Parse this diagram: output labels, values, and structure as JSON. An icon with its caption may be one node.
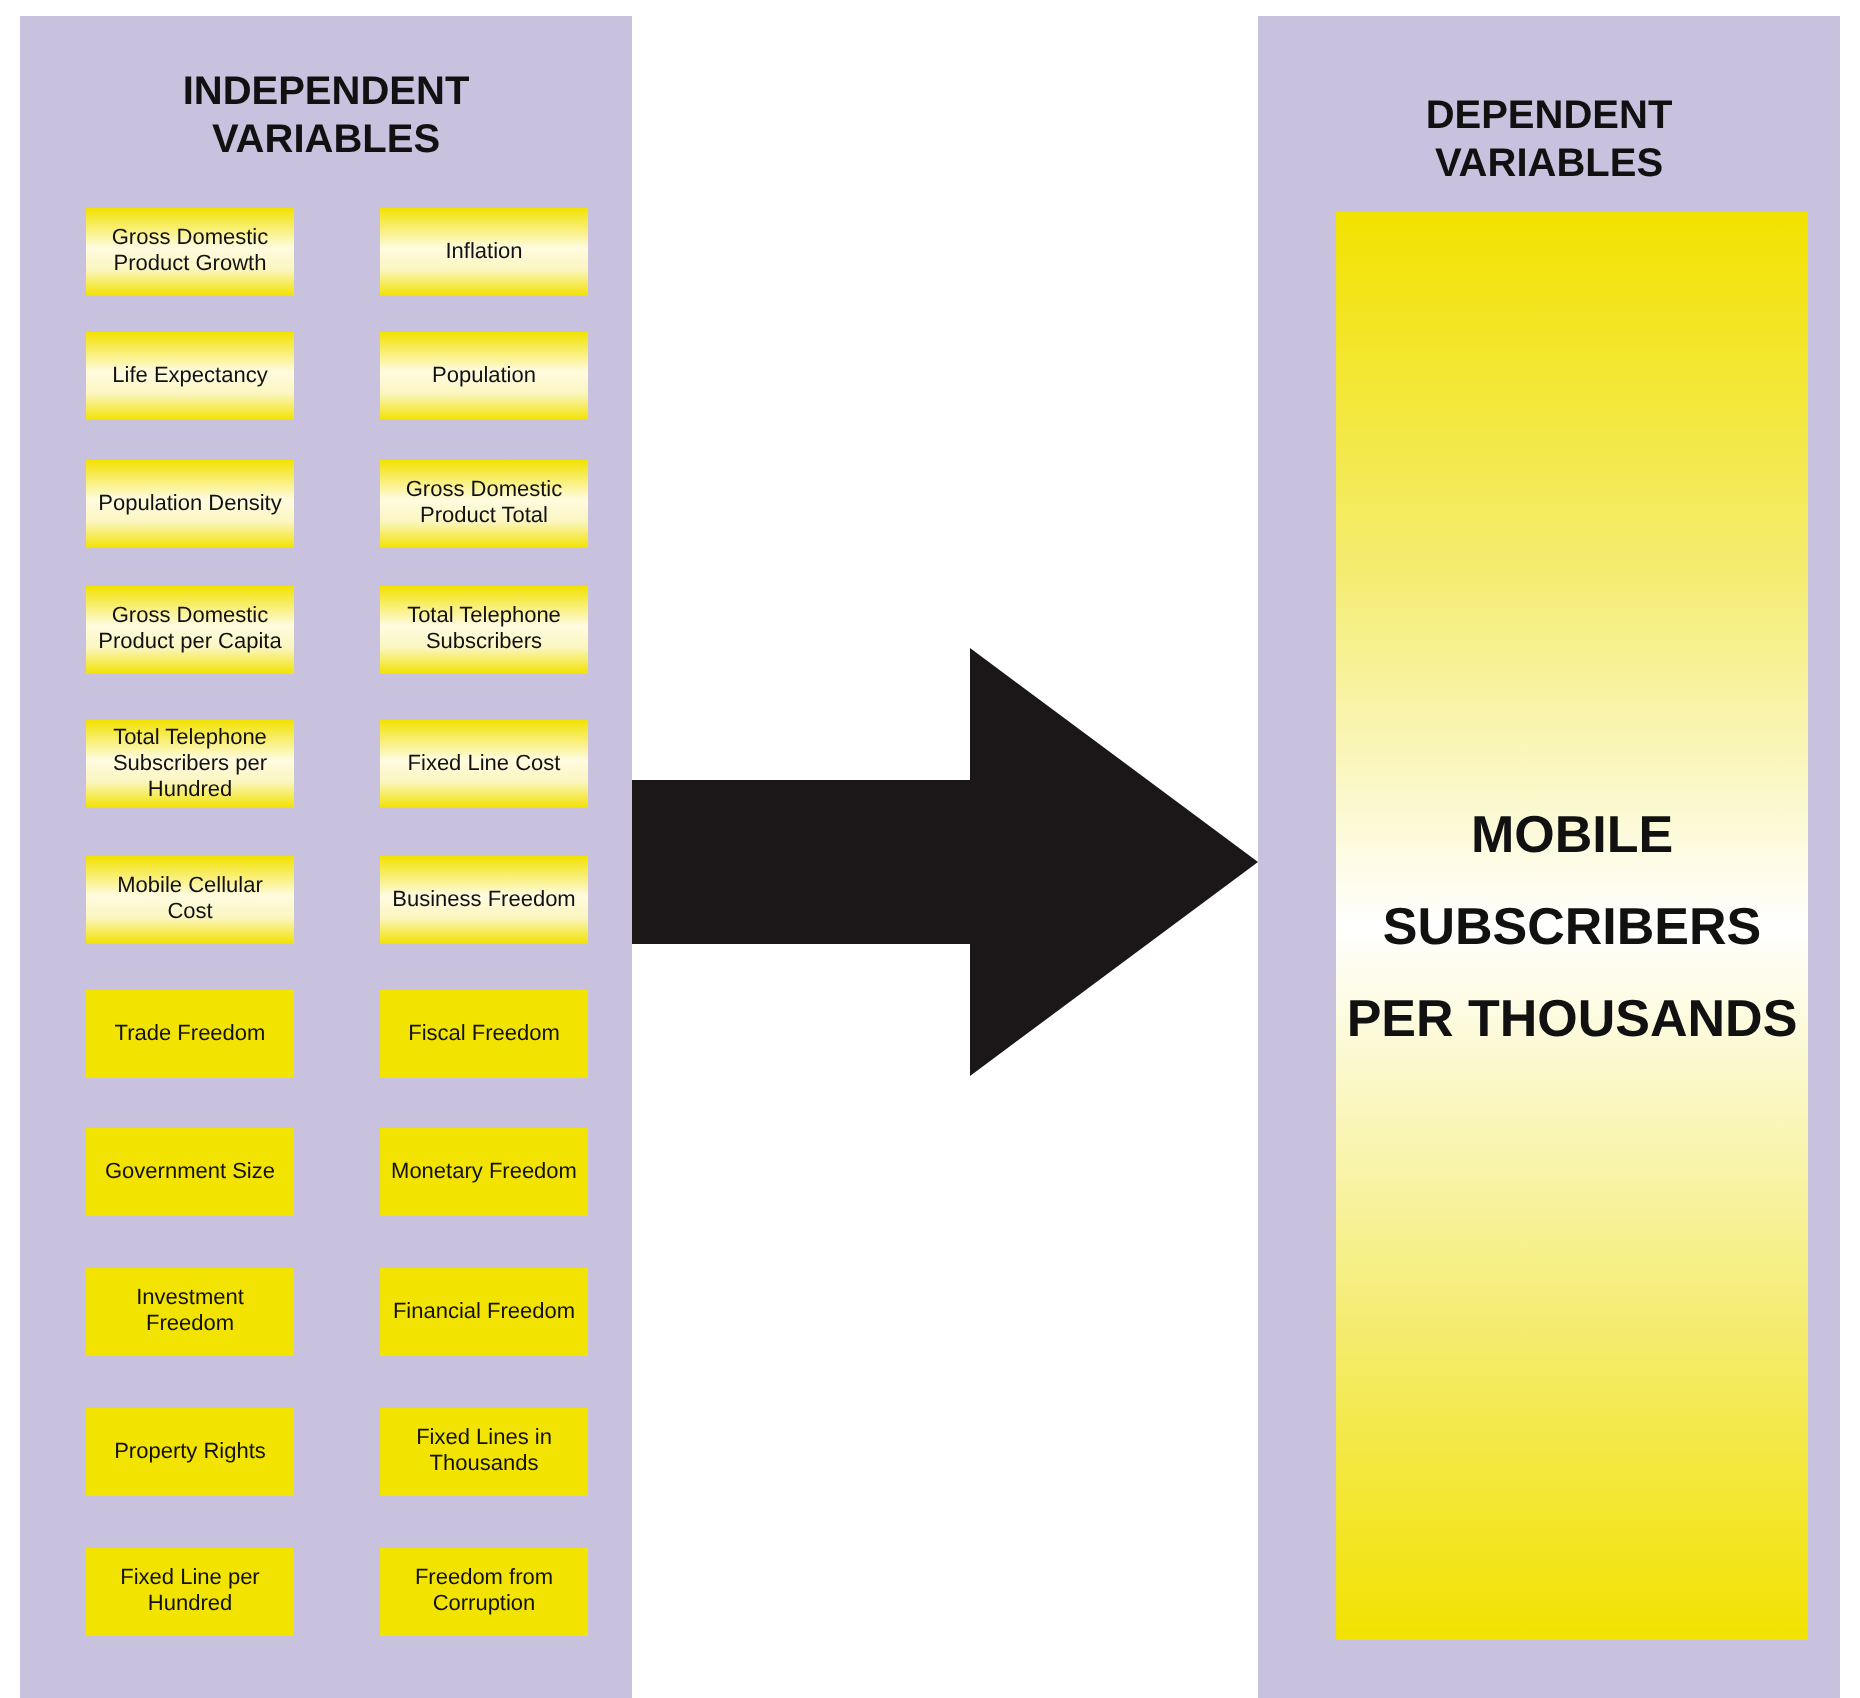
{
  "diagram": {
    "nodes": [
      {
        "text": [
          "INDEPENDENT VARIABLES"
        ]
      },
      {
        "text": [
          "Gross Domestic Product Growth"
        ],
        "in": 0
      },
      {
        "text": [
          "Inflation"
        ],
        "in": 0
      },
      {
        "text": [
          "Life Expectancy"
        ],
        "in": 0
      },
      {
        "text": [
          "Population"
        ],
        "in": 0
      },
      {
        "text": [
          "Population Density"
        ],
        "in": 0
      },
      {
        "text": [
          "Gross Domestic Product Total"
        ],
        "in": 0
      },
      {
        "text": [
          "Gross Domestic Product per Capita"
        ],
        "in": 0
      },
      {
        "text": [
          "Total Telephone Subscribers"
        ],
        "in": 0
      },
      {
        "text": [
          "Total Telephone Subscribers per Hundred"
        ],
        "in": 0
      },
      {
        "text": [
          "Fixed Line Cost"
        ],
        "in": 0
      },
      {
        "text": [
          "Mobile Cellular Cost"
        ],
        "in": 0
      },
      {
        "text": [
          "Business Freedom"
        ],
        "in": 0
      },
      {
        "text": [
          "Trade Freedom"
        ],
        "in": 0
      },
      {
        "text": [
          "Fiscal Freedom"
        ],
        "in": 0
      },
      {
        "text": [
          "Government Size"
        ],
        "in": 0
      },
      {
        "text": [
          "Monetary Freedom"
        ],
        "in": 0
      },
      {
        "text": [
          "Investment Freedom"
        ],
        "in": 0
      },
      {
        "text": [
          "Financial Freedom"
        ],
        "in": 0
      },
      {
        "text": [
          "Property Rights"
        ],
        "in": 0
      },
      {
        "text": [
          "Fixed Lines in Thousands"
        ],
        "in": 0
      },
      {
        "text": [
          "Fixed Line per Hundred"
        ],
        "in": 0
      },
      {
        "text": [
          "Freedom from Corruption"
        ],
        "in": 0
      },
      {
        "text": [
          "DEPENDENT VARIABLES"
        ]
      },
      {
        "text": [
          "MOBILE SUBSCRIBERS PER THOUSANDS"
        ],
        "in": 23
      }
    ],
    "edges": [
      {
        "from": 0,
        "to": 23,
        "arrow": "to"
      }
    ]
  }
}
